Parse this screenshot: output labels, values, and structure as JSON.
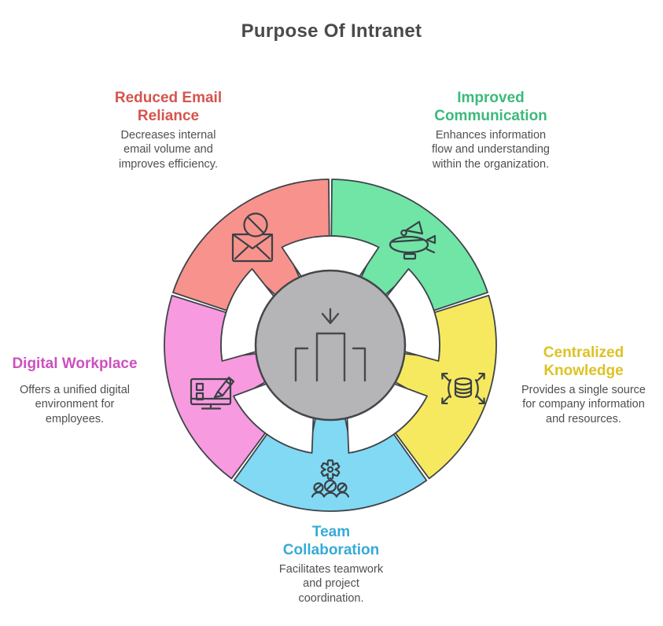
{
  "title": "Purpose Of Intranet",
  "background": "#ffffff",
  "colors": {
    "outline": "#3f444a",
    "hub_fill": "#b5b5b7",
    "hub_stroke": "#43474b",
    "body_text": "#4f4f4f",
    "title_text": "#4a4a4a"
  },
  "center": {
    "icon": "download-podium-icon"
  },
  "segments": [
    {
      "id": "reduced-email-reliance",
      "label": "Reduced Email Reliance",
      "description": "Decreases internal email volume and improves efficiency.",
      "fill": "#f7938c",
      "label_color": "#d5544e",
      "icon": "no-email-icon"
    },
    {
      "id": "improved-communication",
      "label": "Improved Communication",
      "description": "Enhances information flow and understanding within the organization.",
      "fill": "#70e5a6",
      "label_color": "#3cb97d",
      "icon": "communication-blimp-icon"
    },
    {
      "id": "centralized-knowledge",
      "label": "Centralized Knowledge",
      "description": "Provides a single source for company information and resources.",
      "fill": "#f7e95f",
      "label_color": "#ddc226",
      "icon": "database-share-icon"
    },
    {
      "id": "team-collaboration",
      "label": "Team Collaboration",
      "description": "Facilitates teamwork and project coordination.",
      "fill": "#81d9f4",
      "label_color": "#37aad7",
      "icon": "team-gear-icon"
    },
    {
      "id": "digital-workplace",
      "label": "Digital Workplace",
      "description": "Offers a unified digital environment for employees.",
      "fill": "#f79adf",
      "label_color": "#cd50be",
      "icon": "workstation-pencil-icon"
    }
  ]
}
